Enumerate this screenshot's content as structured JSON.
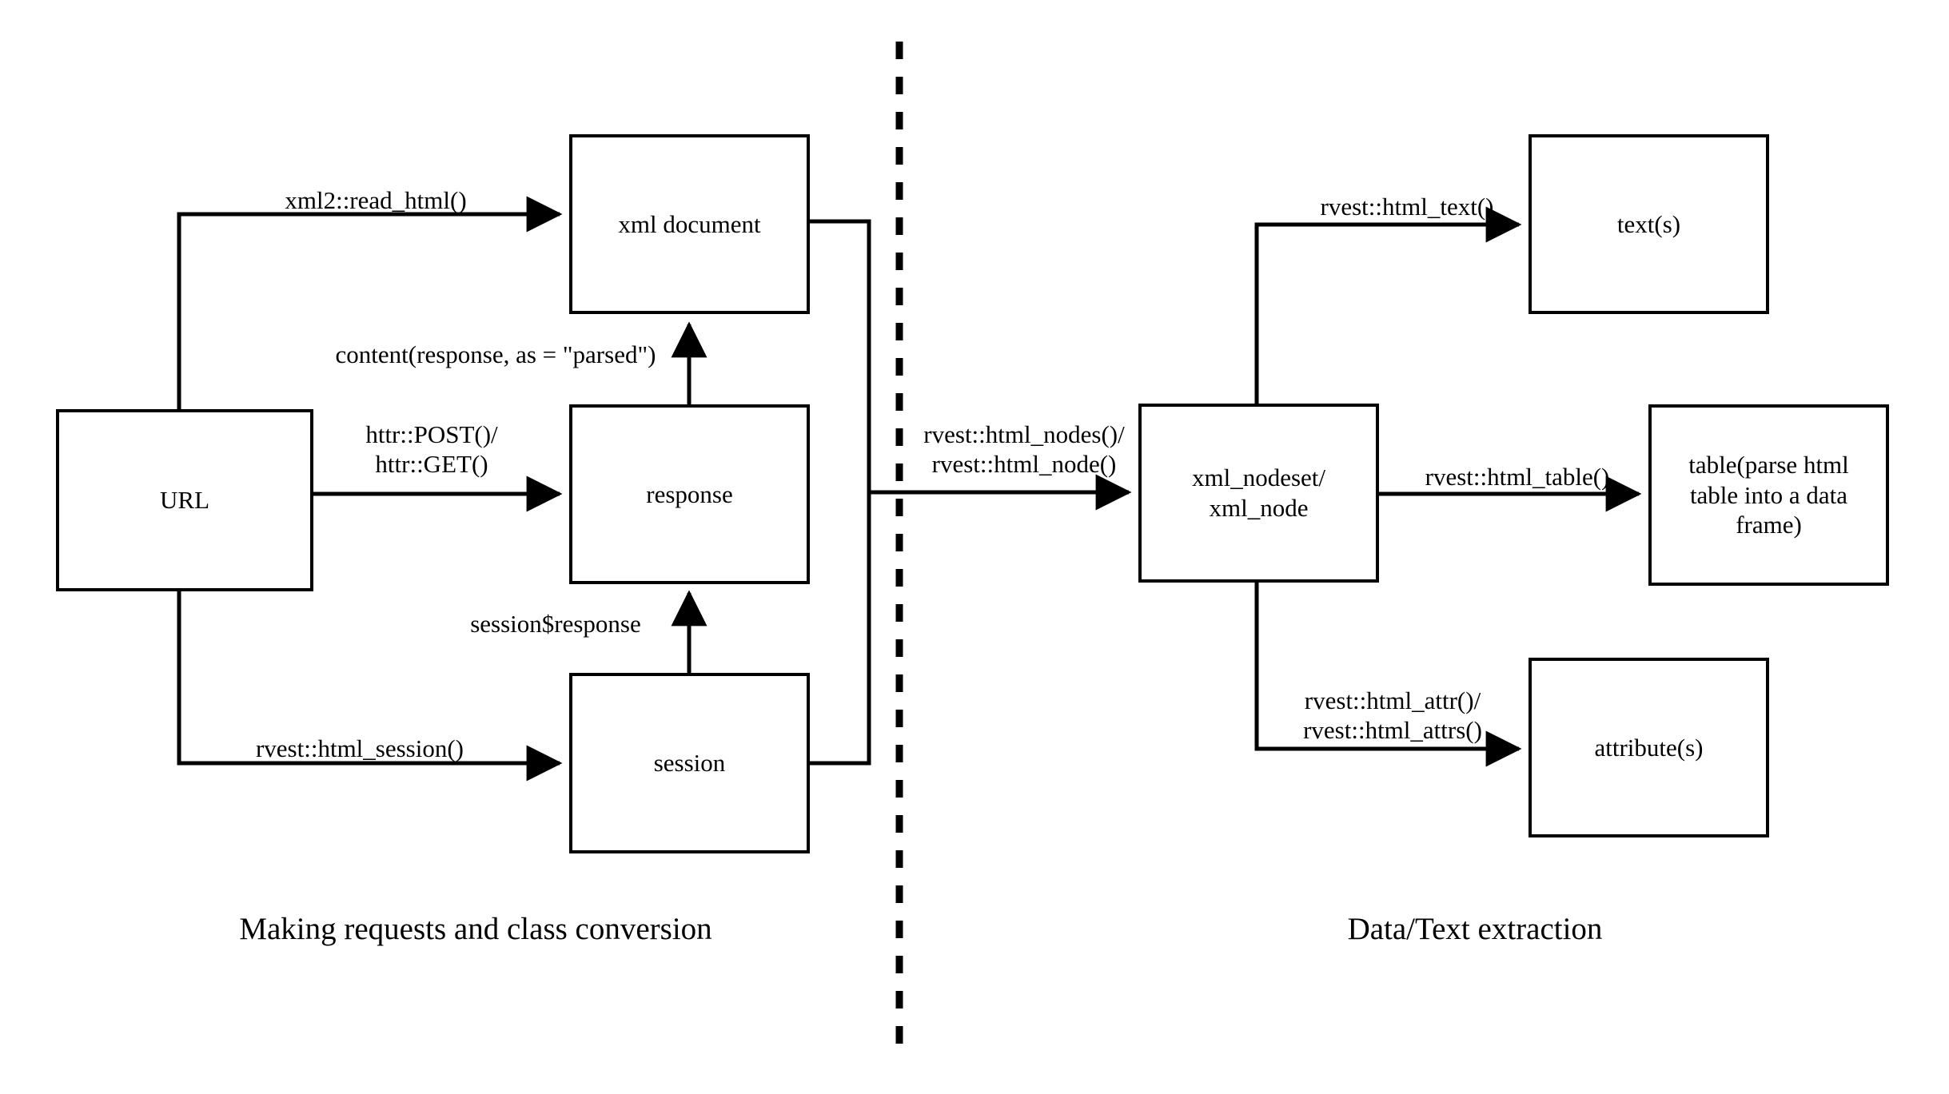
{
  "diagram": {
    "title_left": "Making requests and class conversion",
    "title_right": "Data/Text extraction",
    "nodes": {
      "url": "URL",
      "xml_document": "xml document",
      "response": "response",
      "session": "session",
      "xml_nodeset": "xml_nodeset/\nxml_node",
      "texts": "text(s)",
      "table": "table(parse html\ntable into a data\nframe)",
      "attributes": "attribute(s)"
    },
    "edges": {
      "url_to_xml_document": "xml2::read_html()",
      "response_to_xml_document": "content(response, as = \"parsed\")",
      "url_to_response": "httr::POST()/\nhttr::GET()",
      "session_to_response": "session$response",
      "url_to_session": "rvest::html_session()",
      "docs_to_nodeset": "rvest::html_nodes()/\nrvest::html_node()",
      "nodeset_to_text": "rvest::html_text()",
      "nodeset_to_table": "rvest::html_table()",
      "nodeset_to_attributes": "rvest::html_attr()/\nrvest::html_attrs()"
    },
    "divider": "vertical-dashed-divider",
    "colors": {
      "stroke": "#000000",
      "background": "#ffffff"
    }
  }
}
